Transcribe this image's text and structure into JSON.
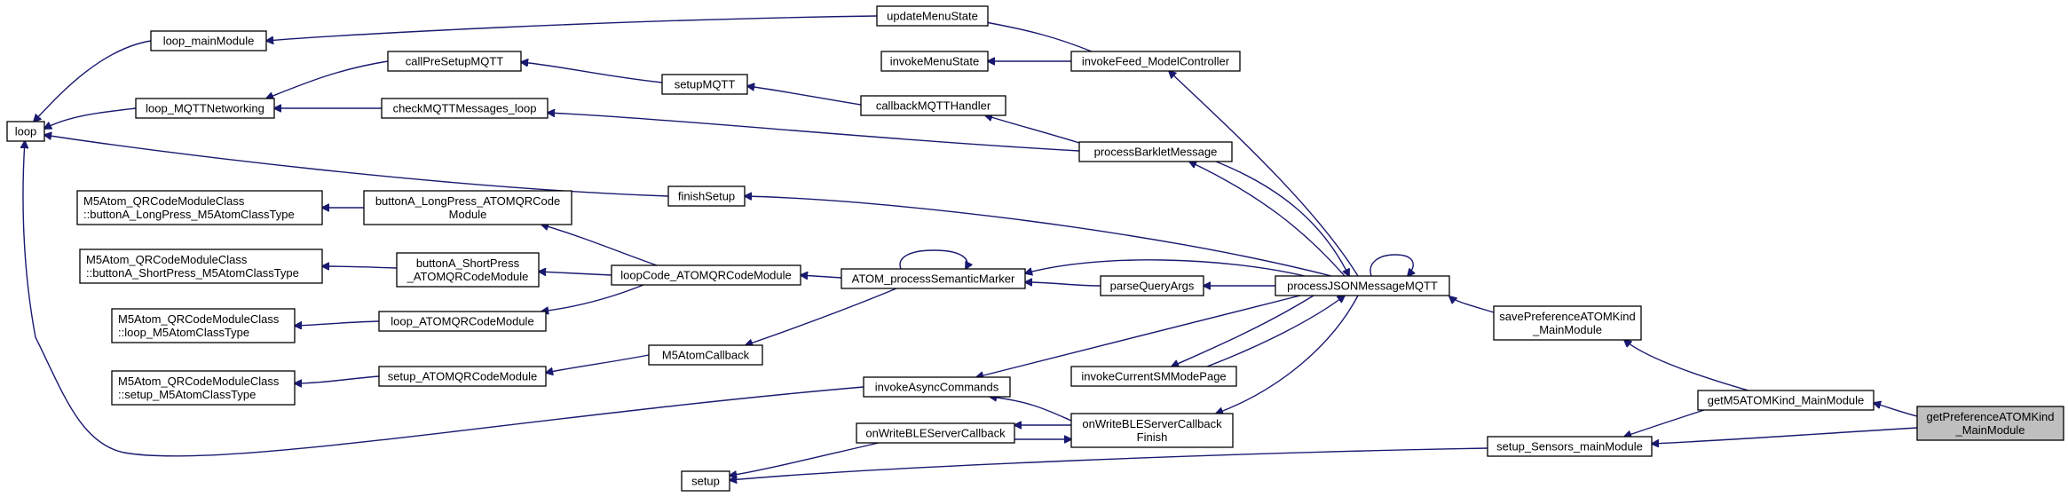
{
  "graph": {
    "nodes": [
      {
        "id": "loop",
        "lines": [
          "loop"
        ]
      },
      {
        "id": "loop_mainModule",
        "lines": [
          "loop_mainModule"
        ]
      },
      {
        "id": "loop_MQTTNetworking",
        "lines": [
          "loop_MQTTNetworking"
        ]
      },
      {
        "id": "updateMenuState",
        "lines": [
          "updateMenuState"
        ]
      },
      {
        "id": "invokeMenuState",
        "lines": [
          "invokeMenuState"
        ]
      },
      {
        "id": "invokeFeed_ModelController",
        "lines": [
          "invokeFeed_ModelController"
        ]
      },
      {
        "id": "callPreSetupMQTT",
        "lines": [
          "callPreSetupMQTT"
        ]
      },
      {
        "id": "setupMQTT",
        "lines": [
          "setupMQTT"
        ]
      },
      {
        "id": "callbackMQTTHandler",
        "lines": [
          "callbackMQTTHandler"
        ]
      },
      {
        "id": "checkMQTTMessages_loop",
        "lines": [
          "checkMQTTMessages_loop"
        ]
      },
      {
        "id": "processBarkletMessage",
        "lines": [
          "processBarkletMessage"
        ]
      },
      {
        "id": "finishSetup",
        "lines": [
          "finishSetup"
        ]
      },
      {
        "id": "QR_buttonA_LongPress",
        "lines": [
          "M5Atom_QRCodeModuleClass",
          "::buttonA_LongPress_M5AtomClassType"
        ]
      },
      {
        "id": "QR_buttonA_ShortPress",
        "lines": [
          "M5Atom_QRCodeModuleClass",
          "::buttonA_ShortPress_M5AtomClassType"
        ]
      },
      {
        "id": "QR_loop",
        "lines": [
          "M5Atom_QRCodeModuleClass",
          "::loop_M5AtomClassType"
        ]
      },
      {
        "id": "QR_setup",
        "lines": [
          "M5Atom_QRCodeModuleClass",
          "::setup_M5AtomClassType"
        ]
      },
      {
        "id": "buttonA_LongPress_ATOMQRCodeModule",
        "lines": [
          "buttonA_LongPress_ATOMQRCode",
          "Module"
        ]
      },
      {
        "id": "buttonA_ShortPress_ATOMQRCodeModule",
        "lines": [
          "buttonA_ShortPress",
          "_ATOMQRCodeModule"
        ]
      },
      {
        "id": "loop_ATOMQRCodeModule",
        "lines": [
          "loop_ATOMQRCodeModule"
        ]
      },
      {
        "id": "setup_ATOMQRCodeModule",
        "lines": [
          "setup_ATOMQRCodeModule"
        ]
      },
      {
        "id": "loopCode_ATOMQRCodeModule",
        "lines": [
          "loopCode_ATOMQRCodeModule"
        ]
      },
      {
        "id": "M5AtomCallback",
        "lines": [
          "M5AtomCallback"
        ]
      },
      {
        "id": "ATOM_processSemanticMarker",
        "lines": [
          "ATOM_processSemanticMarker"
        ]
      },
      {
        "id": "parseQueryArgs",
        "lines": [
          "parseQueryArgs"
        ]
      },
      {
        "id": "processJSONMessageMQTT",
        "lines": [
          "processJSONMessageMQTT"
        ]
      },
      {
        "id": "invokeCurrentSMModePage",
        "lines": [
          "invokeCurrentSMModePage"
        ]
      },
      {
        "id": "invokeAsyncCommands",
        "lines": [
          "invokeAsyncCommands"
        ]
      },
      {
        "id": "onWriteBLEServerCallback",
        "lines": [
          "onWriteBLEServerCallback"
        ]
      },
      {
        "id": "onWriteBLEServerCallbackFinish",
        "lines": [
          "onWriteBLEServerCallback",
          "Finish"
        ]
      },
      {
        "id": "setup",
        "lines": [
          "setup"
        ]
      },
      {
        "id": "savePreferenceATOMKind_MainModule",
        "lines": [
          "savePreferenceATOMKind",
          "_MainModule"
        ]
      },
      {
        "id": "setup_Sensors_mainModule",
        "lines": [
          "setup_Sensors_mainModule"
        ]
      },
      {
        "id": "getM5ATOMKind_MainModule",
        "lines": [
          "getM5ATOMKind_MainModule"
        ]
      },
      {
        "id": "getPreferenceATOMKind_MainModule",
        "lines": [
          "getPreferenceATOMKind",
          "_MainModule"
        ],
        "highlight": true
      }
    ],
    "edges": [
      [
        "loop_mainModule",
        "loop"
      ],
      [
        "loop_MQTTNetworking",
        "loop"
      ],
      [
        "finishSetup",
        "loop"
      ],
      [
        "invokeAsyncCommands",
        "loop"
      ],
      [
        "updateMenuState",
        "loop_mainModule"
      ],
      [
        "callPreSetupMQTT",
        "loop_MQTTNetworking"
      ],
      [
        "checkMQTTMessages_loop",
        "loop_MQTTNetworking"
      ],
      [
        "setupMQTT",
        "callPreSetupMQTT"
      ],
      [
        "callbackMQTTHandler",
        "setupMQTT"
      ],
      [
        "processBarkletMessage",
        "checkMQTTMessages_loop"
      ],
      [
        "processBarkletMessage",
        "callbackMQTTHandler"
      ],
      [
        "invokeFeed_ModelController",
        "updateMenuState"
      ],
      [
        "invokeFeed_ModelController",
        "invokeMenuState"
      ],
      [
        "processJSONMessageMQTT",
        "invokeFeed_ModelController"
      ],
      [
        "processJSONMessageMQTT",
        "processBarkletMessage"
      ],
      [
        "processBarkletMessage",
        "processJSONMessageMQTT"
      ],
      [
        "processJSONMessageMQTT",
        "finishSetup"
      ],
      [
        "processJSONMessageMQTT",
        "processJSONMessageMQTT"
      ],
      [
        "processJSONMessageMQTT",
        "ATOM_processSemanticMarker"
      ],
      [
        "processJSONMessageMQTT",
        "parseQueryArgs"
      ],
      [
        "parseQueryArgs",
        "ATOM_processSemanticMarker"
      ],
      [
        "ATOM_processSemanticMarker",
        "ATOM_processSemanticMarker"
      ],
      [
        "ATOM_processSemanticMarker",
        "loopCode_ATOMQRCodeModule"
      ],
      [
        "ATOM_processSemanticMarker",
        "M5AtomCallback"
      ],
      [
        "loopCode_ATOMQRCodeModule",
        "buttonA_LongPress_ATOMQRCodeModule"
      ],
      [
        "loopCode_ATOMQRCodeModule",
        "buttonA_ShortPress_ATOMQRCodeModule"
      ],
      [
        "loopCode_ATOMQRCodeModule",
        "loop_ATOMQRCodeModule"
      ],
      [
        "buttonA_LongPress_ATOMQRCodeModule",
        "QR_buttonA_LongPress"
      ],
      [
        "buttonA_ShortPress_ATOMQRCodeModule",
        "QR_buttonA_ShortPress"
      ],
      [
        "loop_ATOMQRCodeModule",
        "QR_loop"
      ],
      [
        "M5AtomCallback",
        "setup_ATOMQRCodeModule"
      ],
      [
        "setup_ATOMQRCodeModule",
        "QR_setup"
      ],
      [
        "processJSONMessageMQTT",
        "invokeCurrentSMModePage"
      ],
      [
        "invokeCurrentSMModePage",
        "processJSONMessageMQTT"
      ],
      [
        "processJSONMessageMQTT",
        "invokeAsyncCommands"
      ],
      [
        "processJSONMessageMQTT",
        "onWriteBLEServerCallbackFinish"
      ],
      [
        "onWriteBLEServerCallbackFinish",
        "invokeAsyncCommands"
      ],
      [
        "onWriteBLEServerCallbackFinish",
        "onWriteBLEServerCallback"
      ],
      [
        "onWriteBLEServerCallback",
        "onWriteBLEServerCallbackFinish"
      ],
      [
        "onWriteBLEServerCallback",
        "setup"
      ],
      [
        "savePreferenceATOMKind_MainModule",
        "processJSONMessageMQTT"
      ],
      [
        "getM5ATOMKind_MainModule",
        "savePreferenceATOMKind_MainModule"
      ],
      [
        "getM5ATOMKind_MainModule",
        "setup_Sensors_mainModule"
      ],
      [
        "getPreferenceATOMKind_MainModule",
        "getM5ATOMKind_MainModule"
      ],
      [
        "getPreferenceATOMKind_MainModule",
        "setup_Sensors_mainModule"
      ],
      [
        "setup_Sensors_mainModule",
        "setup"
      ]
    ]
  }
}
